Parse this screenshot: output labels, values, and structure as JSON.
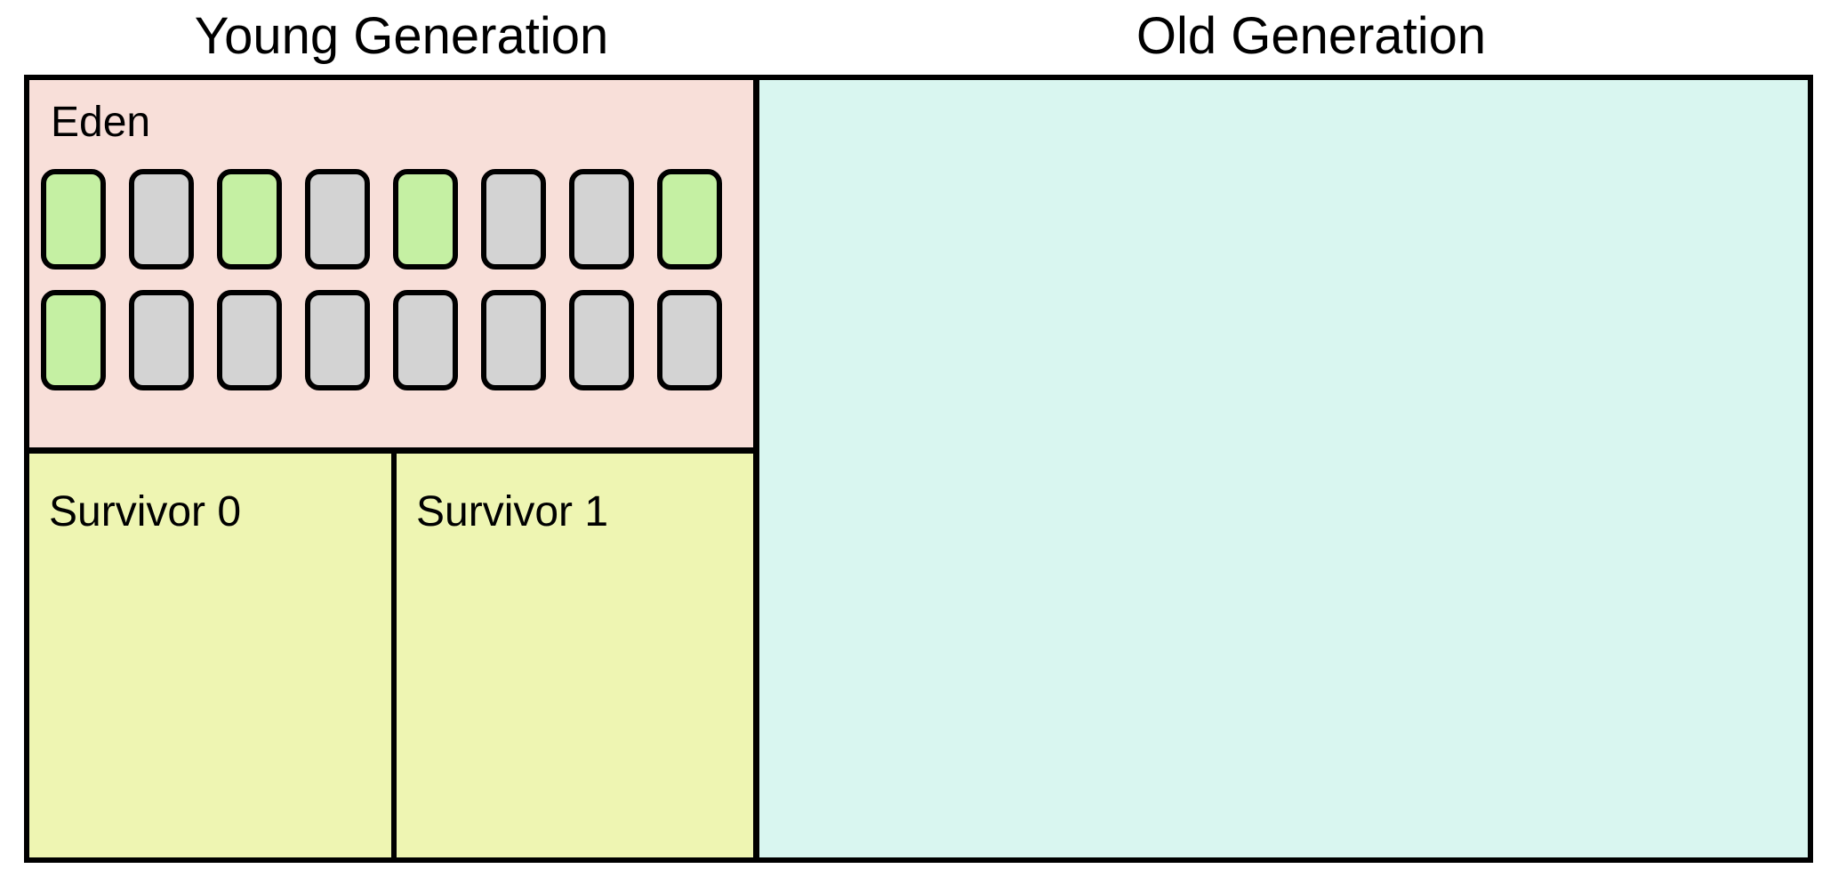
{
  "titles": {
    "young": "Young Generation",
    "old": "Old Generation"
  },
  "regions": {
    "eden": {
      "label": "Eden"
    },
    "survivor0": {
      "label": "Survivor 0"
    },
    "survivor1": {
      "label": "Survivor 1"
    }
  },
  "colors": {
    "eden_bg": "#f8dfd9",
    "survivor_bg": "#eef5b2",
    "old_bg": "#d9f6f0",
    "object_live": "#c5f0a3",
    "object_dead": "#d3d3d3",
    "border": "#000000"
  },
  "eden_objects": {
    "rows": [
      [
        "live",
        "dead",
        "live",
        "dead",
        "live",
        "dead",
        "dead",
        "live"
      ],
      [
        "live",
        "dead",
        "dead",
        "dead",
        "dead",
        "dead",
        "dead",
        "dead"
      ]
    ]
  }
}
